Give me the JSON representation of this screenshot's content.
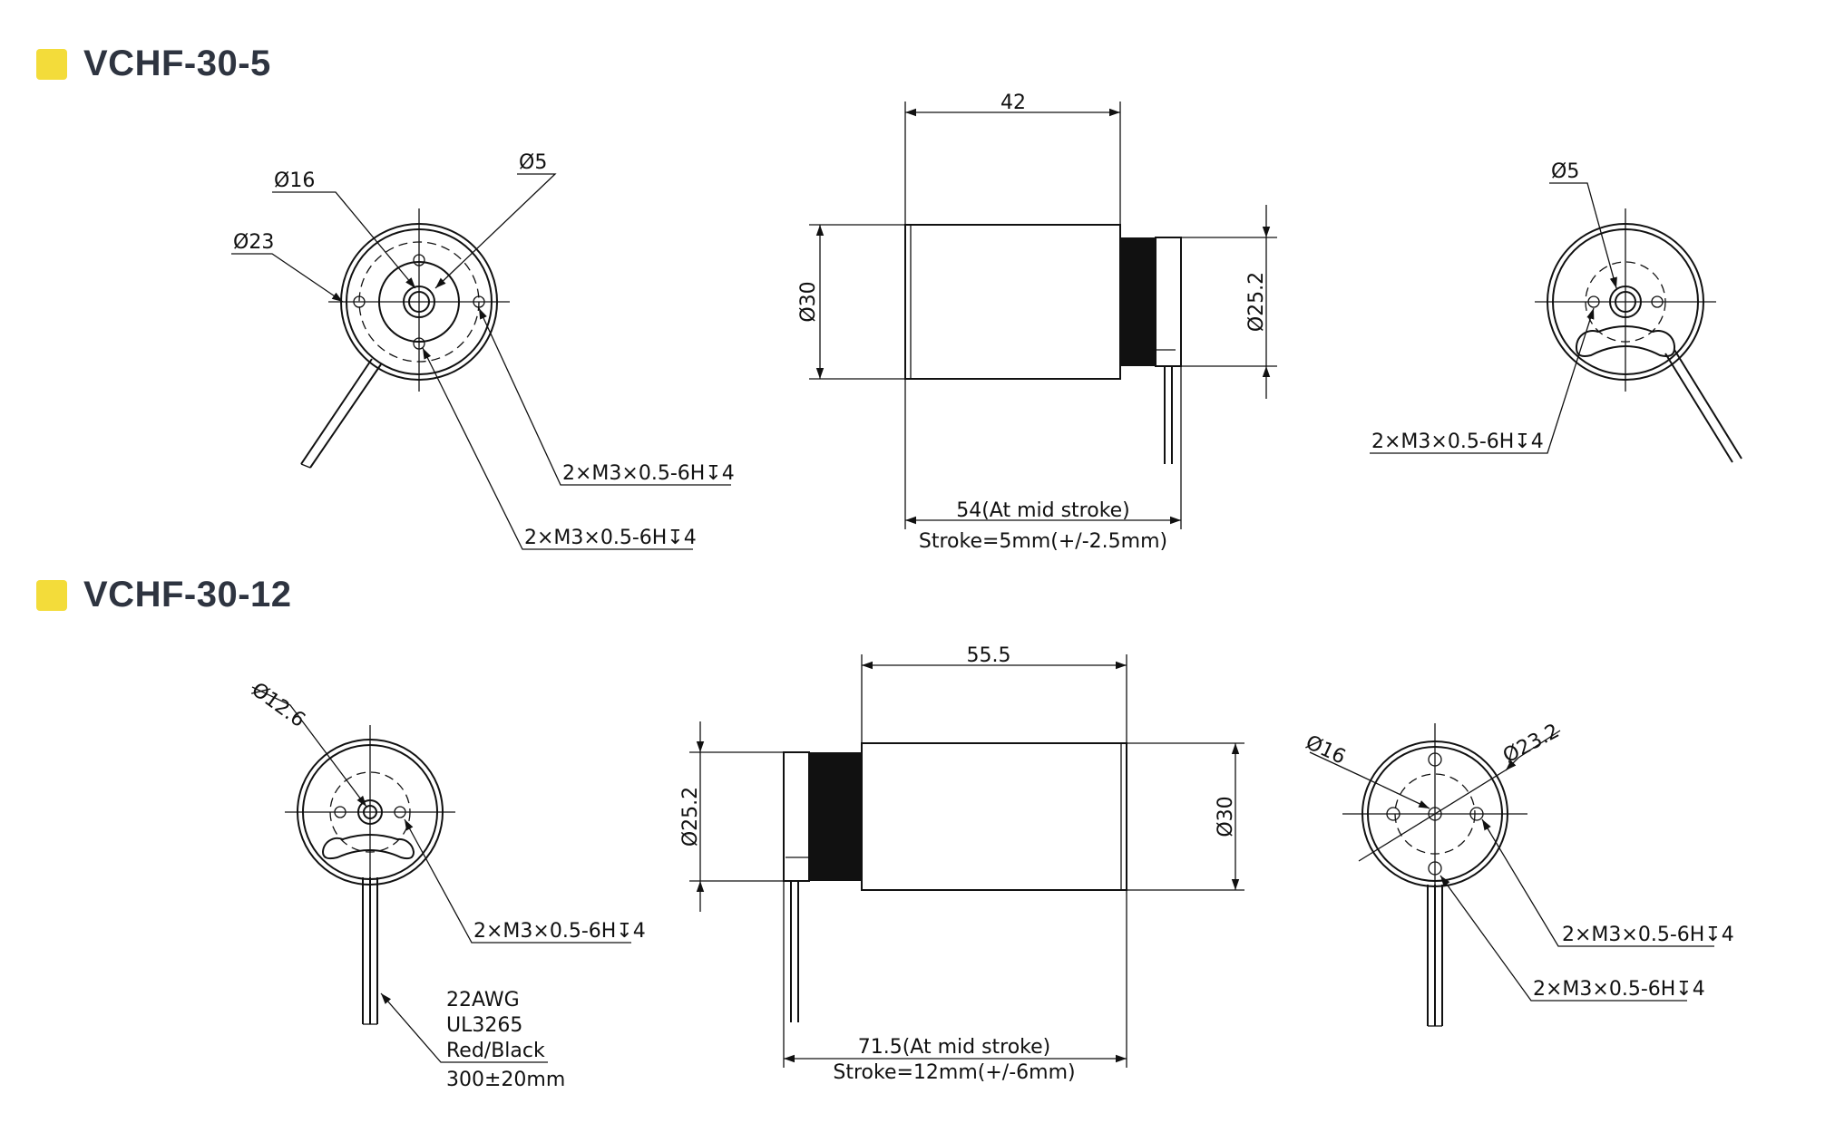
{
  "colors": {
    "accent": "#f3dc3a",
    "title": "#2e3440",
    "line": "#111111"
  },
  "sections": [
    {
      "title": "VCHF-30-5",
      "front": {
        "d_outer": "Ø23",
        "d_inner": "Ø16",
        "d_shaft": "Ø5",
        "thread_a": "2×M3×0.5-6H↧4",
        "thread_b": "2×M3×0.5-6H↧4"
      },
      "side": {
        "length": "42",
        "diameter": "Ø30",
        "coil_diameter": "Ø25.2",
        "total": "54(At mid stroke)",
        "stroke": "Stroke=5mm(+/-2.5mm)"
      },
      "back": {
        "d_shaft": "Ø5",
        "thread": "2×M3×0.5-6H↧4"
      }
    },
    {
      "title": "VCHF-30-12",
      "front": {
        "d_shaft": "Ø12.6",
        "thread": "2×M3×0.5-6H↧4",
        "wire_gauge": "22AWG",
        "wire_std": "UL3265",
        "wire_color": "Red/Black",
        "wire_length": "300±20mm"
      },
      "side": {
        "length": "55.5",
        "diameter": "Ø30",
        "coil_diameter": "Ø25.2",
        "total": "71.5(At mid stroke)",
        "stroke": "Stroke=12mm(+/-6mm)"
      },
      "back": {
        "d_inner": "Ø16",
        "d_outer": "Ø23.2",
        "thread_a": "2×M3×0.5-6H↧4",
        "thread_b": "2×M3×0.5-6H↧4"
      }
    }
  ]
}
